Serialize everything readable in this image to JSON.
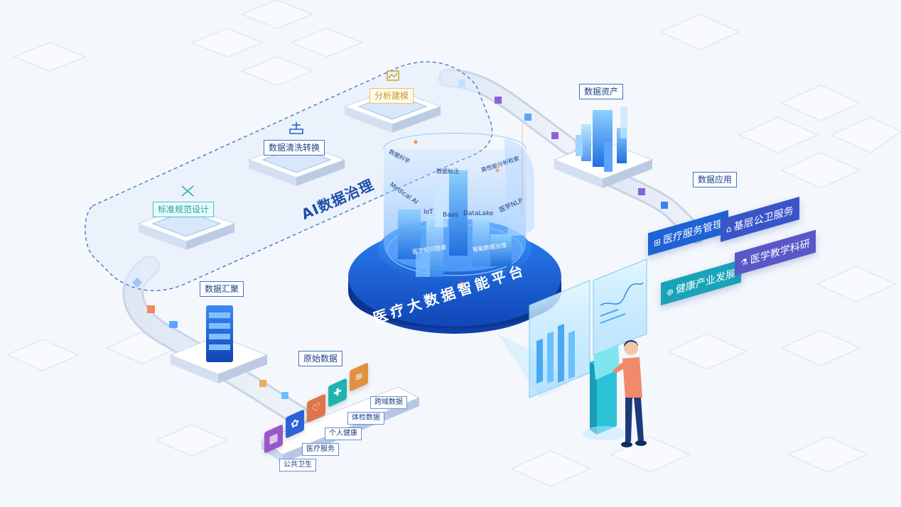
{
  "platform": {
    "title": "医疗大数据智能平台"
  },
  "governance": {
    "label": "AI数据治理"
  },
  "steps": {
    "standard": "标准规范设计",
    "cleaning": "数据清洗转换",
    "modeling": "分析建模",
    "assets": "数据资产",
    "application": "数据应用",
    "aggregation": "数据汇聚",
    "raw": "原始数据"
  },
  "cylinder_labels": {
    "data_science": "数据科学",
    "data_annotation": "数据标注",
    "hp_retrieval": "高性能分析检索",
    "medical_ai": "Medical AI",
    "iot": "IoT",
    "baas": "Baas",
    "datalake": "DataLake",
    "medical_nlp": "医学NLP",
    "knowledge_graph": "医学知识图谱",
    "data_governance": "智能数据治理"
  },
  "applications": [
    {
      "label": "医疗服务管理",
      "color": "#1e63d6",
      "icon": "medical-kit-icon"
    },
    {
      "label": "基层公卫服务",
      "color": "#3a55c8",
      "icon": "home-care-icon"
    },
    {
      "label": "健康产业发展",
      "color": "#1aa3b8",
      "icon": "hospital-icon"
    },
    {
      "label": "医学教学科研",
      "color": "#5a57c8",
      "icon": "flask-icon"
    }
  ],
  "raw_sources": [
    "跨域数据",
    "体检数据",
    "个人健康",
    "医疗服务",
    "公共卫生"
  ],
  "raw_tiles": [
    {
      "icon": "calendar-icon",
      "color": "#9a56c8"
    },
    {
      "icon": "plant-icon",
      "color": "#2a63d6"
    },
    {
      "icon": "heart-icon",
      "color": "#e0744a"
    },
    {
      "icon": "medical-cross-icon",
      "color": "#1fb3b0"
    },
    {
      "icon": "dna-icon",
      "color": "#e09040"
    }
  ]
}
